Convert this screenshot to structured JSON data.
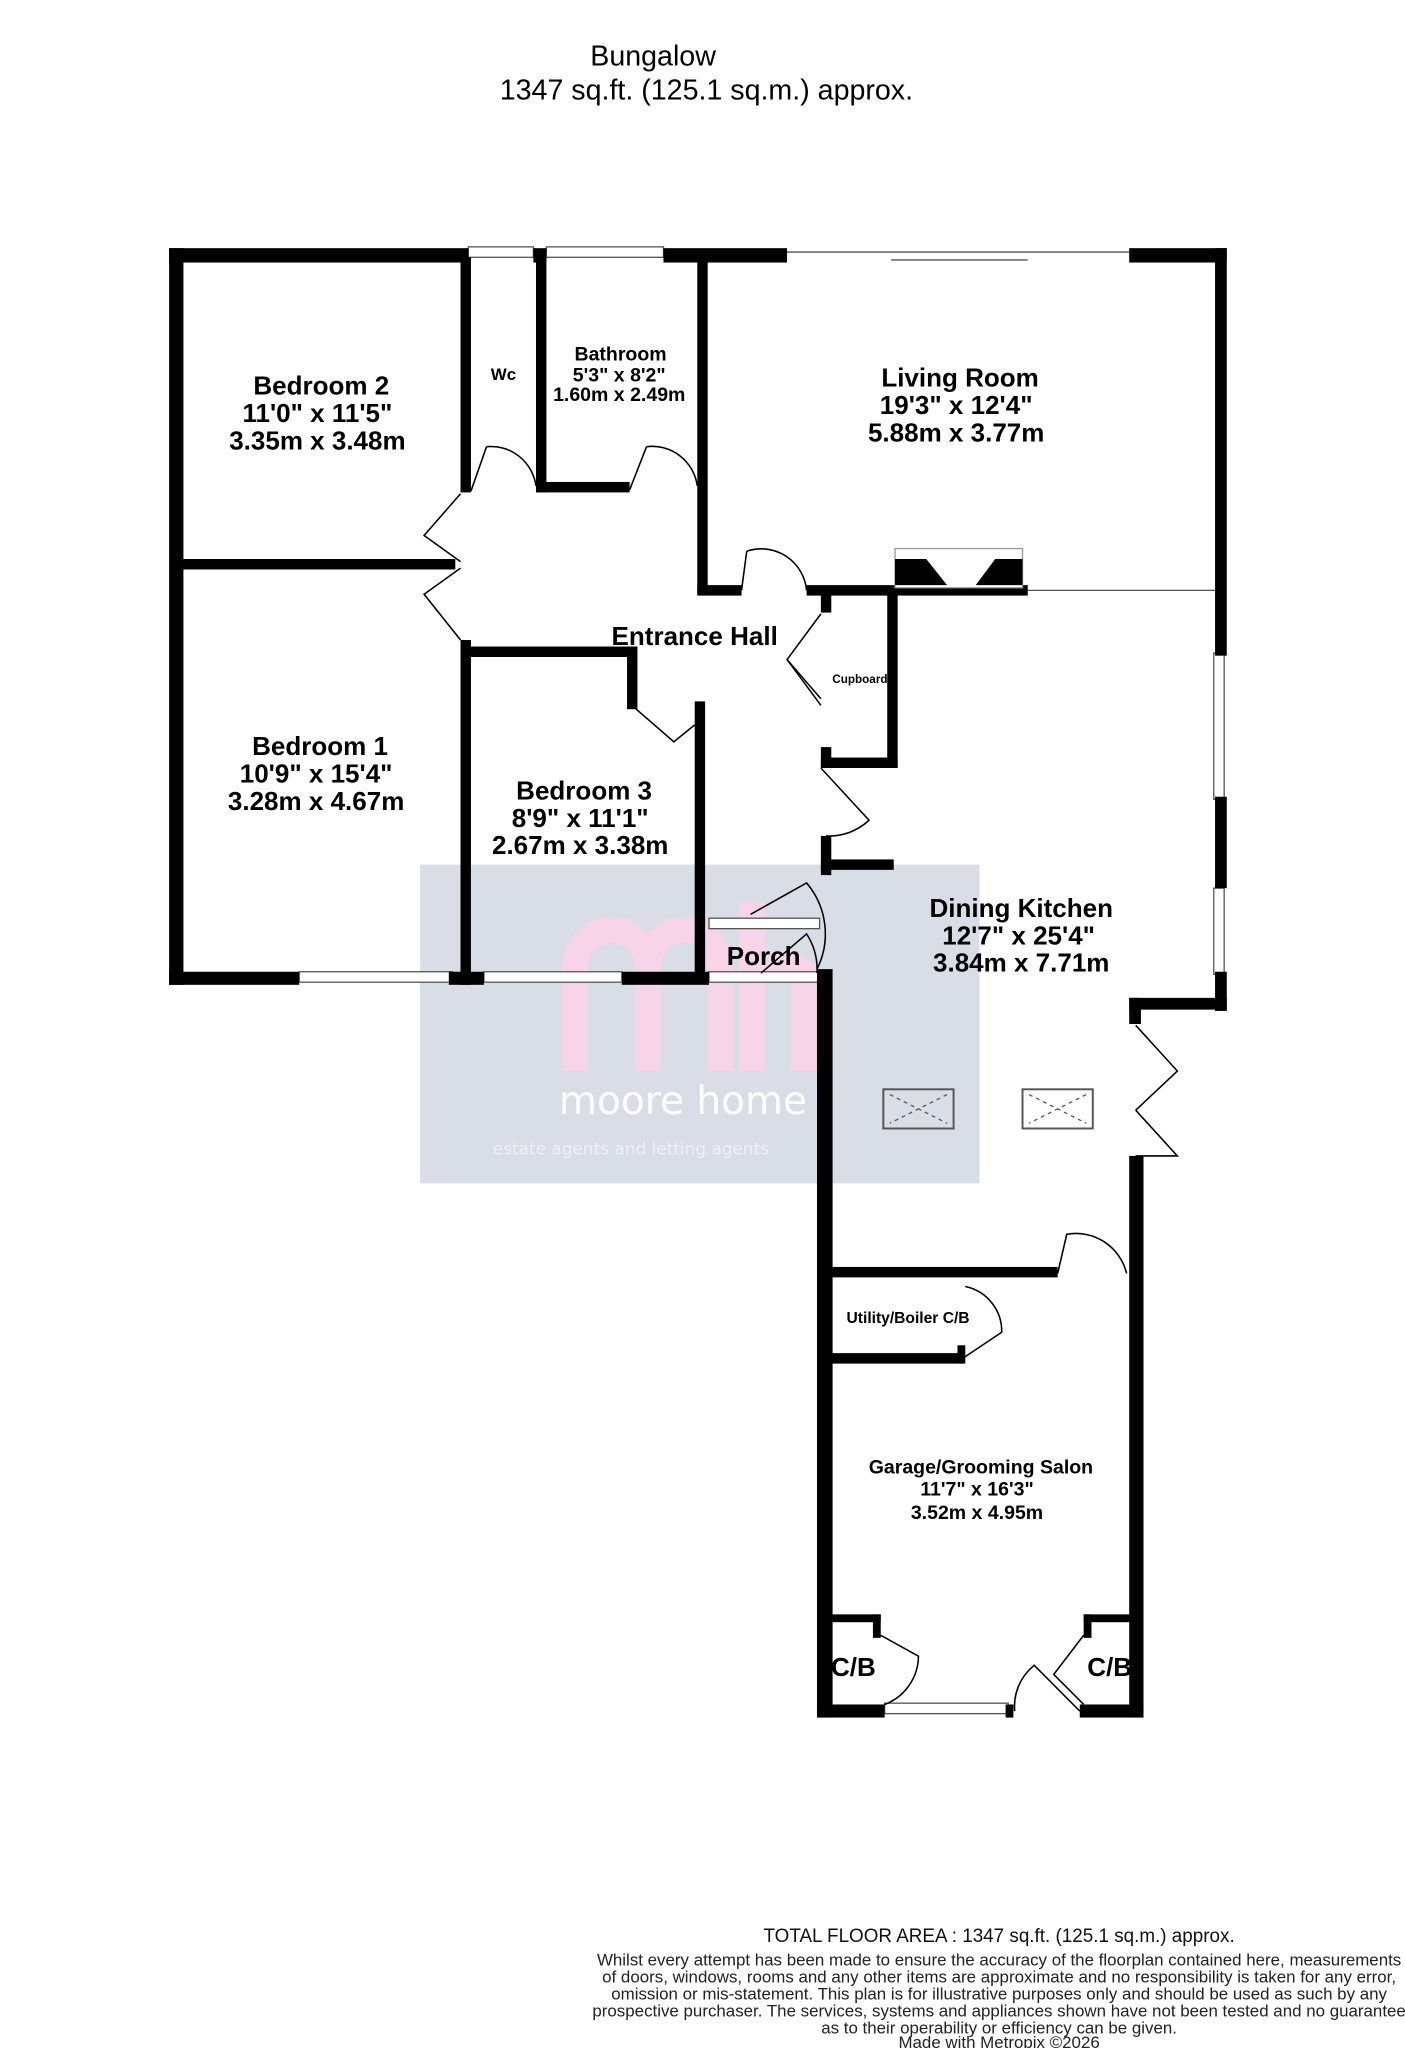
{
  "header": {
    "title": "Bungalow",
    "area": "1347 sq.ft. (125.1 sq.m.) approx."
  },
  "rooms": {
    "bedroom2": {
      "name": "Bedroom 2",
      "imperial": "11'0\"  x 11'5\"",
      "metric": "3.35m  x 3.48m"
    },
    "wc": {
      "name": "Wc"
    },
    "bathroom": {
      "name": "Bathroom",
      "imperial": "5'3\"  x 8'2\"",
      "metric": "1.60m  x 2.49m"
    },
    "living": {
      "name": "Living Room",
      "imperial": "19'3\"  x 12'4\"",
      "metric": "5.88m  x 3.77m"
    },
    "hall": {
      "name": "Entrance Hall"
    },
    "cupboard": {
      "name": "Cupboard"
    },
    "bedroom1": {
      "name": "Bedroom 1",
      "imperial": "10'9\"  x 15'4\"",
      "metric": "3.28m  x 4.67m"
    },
    "bedroom3": {
      "name": "Bedroom 3",
      "imperial": "8'9\"  x 11'1\"",
      "metric": "2.67m  x 3.38m"
    },
    "porch": {
      "name": "Porch"
    },
    "kitchen": {
      "name": "Dining Kitchen",
      "imperial": "12'7\"  x 25'4\"",
      "metric": "3.84m  x 7.71m"
    },
    "utility": {
      "name": "Utility/Boiler C/B"
    },
    "garage": {
      "name": "Garage/Grooming Salon",
      "imperial": "11'7\"  x 16'3\"",
      "metric": "3.52m  x 4.95m"
    },
    "cb_left": {
      "name": "C/B"
    },
    "cb_right": {
      "name": "C/B"
    }
  },
  "watermark": {
    "logo": "mh",
    "brand": "moore home",
    "tagline": "estate agents and letting agents",
    "panel_color": "#d9dde6",
    "logo_color": "#f7d4e8"
  },
  "footer": {
    "total": "TOTAL FLOOR AREA : 1347 sq.ft. (125.1 sq.m.) approx.",
    "disclaimer": [
      "Whilst every attempt has been made to ensure the accuracy of the floorplan contained here, measurements",
      "of doors, windows, rooms and any other items are approximate and no responsibility is taken for any error,",
      "omission or mis-statement. This plan is for illustrative purposes only and should be used as such by any",
      "prospective purchaser. The services, systems and appliances shown have not been tested and no guarantee",
      "as to their operability or efficiency can be given."
    ],
    "credit": "Made with Metropix ©2026"
  }
}
